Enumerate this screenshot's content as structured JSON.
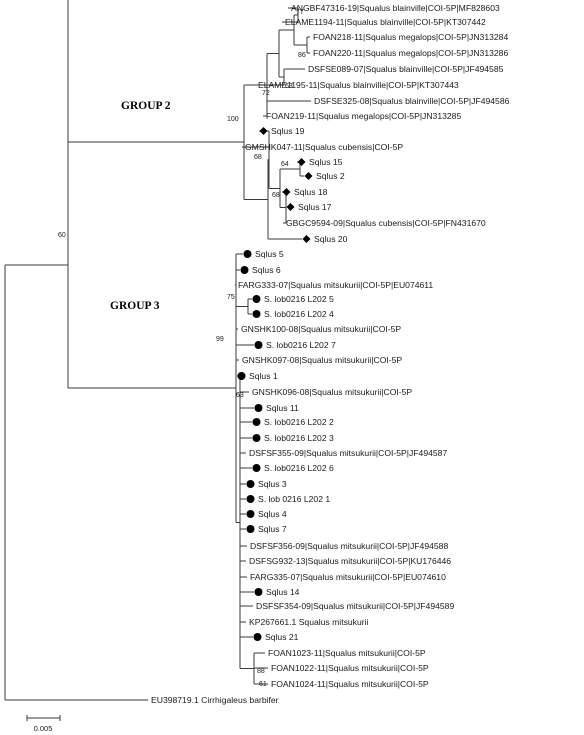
{
  "groups": {
    "group2": "GROUP 2",
    "group3": "GROUP 3"
  },
  "scale_bar": {
    "label": "0.005"
  },
  "bootstrap": {
    "b77": "77",
    "b86": "86",
    "b63a": "63",
    "b72": "72",
    "b100": "100",
    "b64": "64",
    "b68a": "68",
    "b68b": "68",
    "b60": "60",
    "b75": "75",
    "b99": "99",
    "b63b": "63",
    "b88": "88",
    "b61": "61"
  },
  "taxa": [
    {
      "label": "ANGBF47316-19|Squalus blainville|COI-5P|MF828603",
      "marker": "none"
    },
    {
      "label": "ELAME1194-11|Squalus blainville|COI-5P|KT307442",
      "marker": "none"
    },
    {
      "label": "FOAN218-11|Squalus megalops|COI-5P|JN313284",
      "marker": "none"
    },
    {
      "label": "FOAN220-11|Squalus megalops|COI-5P|JN313286",
      "marker": "none"
    },
    {
      "label": "DSFSE089-07|Squalus blainville|COI-5P|JF494585",
      "marker": "none"
    },
    {
      "label": "ELAME1195-11|Squalus blainville|COI-5P|KT307443",
      "marker": "none"
    },
    {
      "label": "DSFSE325-08|Squalus blainville|COI-5P|JF494586",
      "marker": "none"
    },
    {
      "label": "FOAN219-11|Squalus megalops|COI-5P|JN313285",
      "marker": "none"
    },
    {
      "label": "Sqlus 19",
      "marker": "diamond"
    },
    {
      "label": "GMSHK047-11|Squalus cubensis|COI-5P",
      "marker": "none"
    },
    {
      "label": "Sqlus 15",
      "marker": "diamond"
    },
    {
      "label": "Sqlus 2",
      "marker": "diamond"
    },
    {
      "label": "Sqlus 18",
      "marker": "diamond"
    },
    {
      "label": "Sqlus 17",
      "marker": "diamond"
    },
    {
      "label": "GBGC9594-09|Squalus cubensis|COI-5P|FN431670",
      "marker": "none"
    },
    {
      "label": "Sqlus 20",
      "marker": "diamond"
    },
    {
      "label": "Sqlus 5",
      "marker": "circle"
    },
    {
      "label": "Sqlus 6",
      "marker": "circle"
    },
    {
      "label": "FARG333-07|Squalus mitsukurii|COI-5P|EU074611",
      "marker": "none"
    },
    {
      "label": "S. lob0216 L202 5",
      "marker": "circle"
    },
    {
      "label": "S. lob0216 L202 4",
      "marker": "circle"
    },
    {
      "label": "GNSHK100-08|Squalus mitsukurii|COI-5P",
      "marker": "none"
    },
    {
      "label": "S. lob0216 L202 7",
      "marker": "circle"
    },
    {
      "label": "GNSHK097-08|Squalus mitsukurii|COI-5P",
      "marker": "none"
    },
    {
      "label": "Sqlus 1",
      "marker": "circle"
    },
    {
      "label": "GNSHK096-08|Squalus mitsukurii|COI-5P",
      "marker": "none"
    },
    {
      "label": "Sqlus 11",
      "marker": "circle"
    },
    {
      "label": "S. lob0216 L202 2",
      "marker": "circle"
    },
    {
      "label": "S. lob0216 L202 3",
      "marker": "circle"
    },
    {
      "label": "DSFSF355-09|Squalus mitsukurii|COI-5P|JF494587",
      "marker": "none"
    },
    {
      "label": "S. lob0216 L202 6",
      "marker": "circle"
    },
    {
      "label": "Sqlus 3",
      "marker": "circle"
    },
    {
      "label": "S. lob 0216 L202 1",
      "marker": "circle"
    },
    {
      "label": "Sqlus 4",
      "marker": "circle"
    },
    {
      "label": "Sqlus 7",
      "marker": "circle"
    },
    {
      "label": "DSFSF356-09|Squalus mitsukurii|COI-5P|JF494588",
      "marker": "none"
    },
    {
      "label": "DSFSG932-13|Squalus mitsukurii|COI-5P|KU176446",
      "marker": "none"
    },
    {
      "label": "FARG335-07|Squalus mitsukurii|COI-5P|EU074610",
      "marker": "none"
    },
    {
      "label": "Sqlus 14",
      "marker": "circle"
    },
    {
      "label": "DSFSF354-09|Squalus mitsukurii|COI-5P|JF494589",
      "marker": "none"
    },
    {
      "label": "KP267661.1 Squalus mitsukurii",
      "marker": "none"
    },
    {
      "label": "Sqlus 21",
      "marker": "circle"
    },
    {
      "label": "FOAN1023-11|Squalus mitsukurii|COI-5P",
      "marker": "none"
    },
    {
      "label": "FOAN1022-11|Squalus mitsukurii|COI-5P",
      "marker": "none"
    },
    {
      "label": "FOAN1024-11|Squalus mitsukurii|COI-5P",
      "marker": "none"
    },
    {
      "label": "EU398719.1 Cirrhigaleus barbifer",
      "marker": "none"
    }
  ]
}
